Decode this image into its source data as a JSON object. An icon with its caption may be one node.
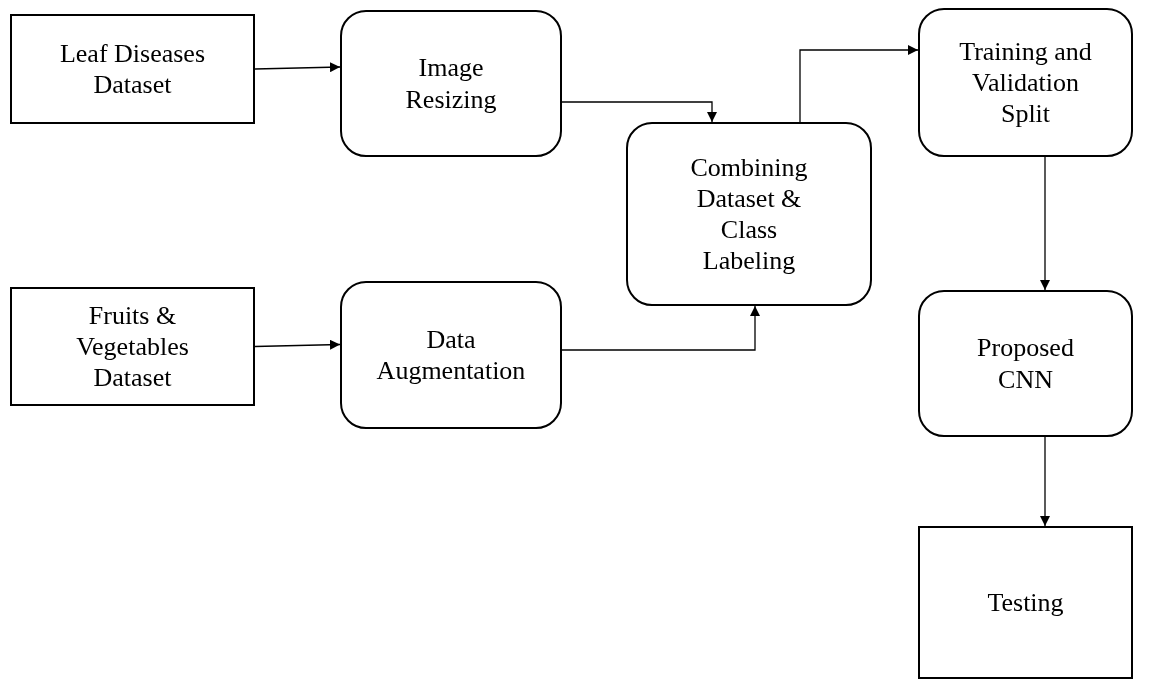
{
  "diagram": {
    "nodes": [
      {
        "text": [
          "Leaf Diseases Dataset"
        ]
      },
      {
        "text": [
          "Image Resizing"
        ]
      },
      {
        "text": [
          "Combining Dataset & Class Labeling"
        ]
      },
      {
        "text": [
          "Training and Validation Split"
        ]
      },
      {
        "text": [
          "Fruits & Vegetables Dataset"
        ]
      },
      {
        "text": [
          "Data Augmentation"
        ]
      },
      {
        "text": [
          "Proposed CNN"
        ]
      },
      {
        "text": [
          "Testing"
        ]
      }
    ],
    "edges": [
      {
        "from": 0,
        "to": 1,
        "arrow": "to"
      },
      {
        "from": 1,
        "to": 2,
        "arrow": "to"
      },
      {
        "from": 4,
        "to": 5,
        "arrow": "to"
      },
      {
        "from": 5,
        "to": 2,
        "arrow": "to"
      },
      {
        "from": 2,
        "to": 3,
        "arrow": "to"
      },
      {
        "from": 3,
        "to": 6,
        "arrow": "to"
      },
      {
        "from": 6,
        "to": 7,
        "arrow": "to"
      }
    ]
  }
}
